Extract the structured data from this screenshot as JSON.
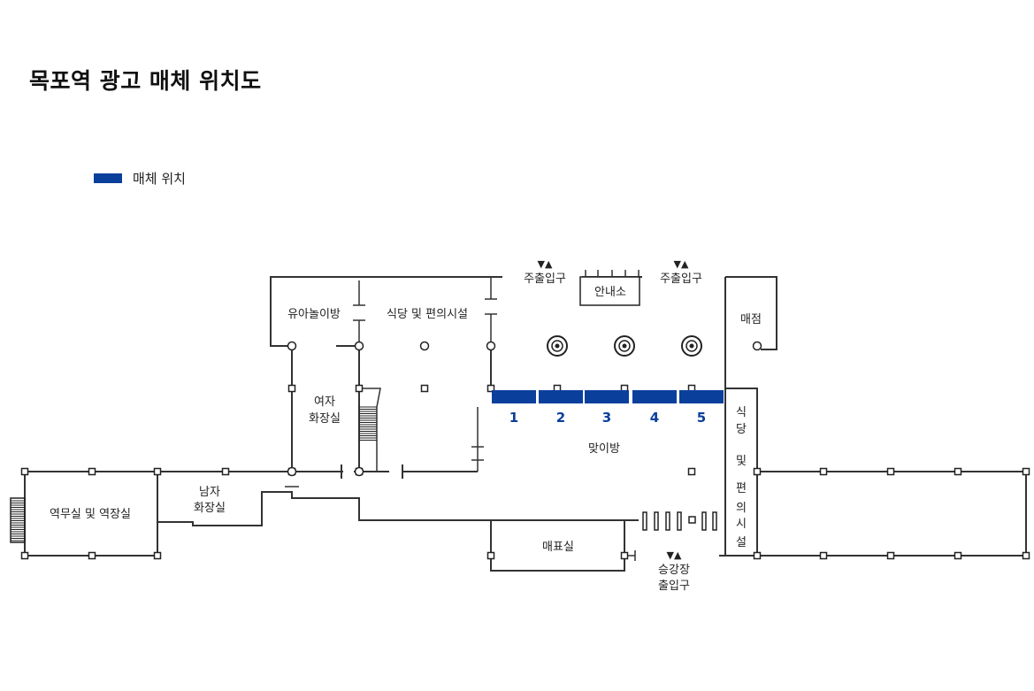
{
  "title": "목포역 광고 매체 위치도",
  "legend": {
    "label": "매체 위치",
    "color": "#0a3f9c"
  },
  "colors": {
    "media": "#0a3f9c",
    "wall": "#333333",
    "label_number": "#0a3f9c"
  },
  "rooms": {
    "playroom": "유아놀이방",
    "restaurant_top": "식당 및 편의시설",
    "info_desk": "안내소",
    "shop": "매점",
    "womens_restroom_line1": "여자",
    "womens_restroom_line2": "화장실",
    "mens_restroom_line1": "남자",
    "mens_restroom_line2": "화장실",
    "station_office": "역무실 및 역장실",
    "ticket_office": "매표실",
    "concourse": "맞이방",
    "restaurant_vertical": [
      "식",
      "당",
      "및",
      "편",
      "의",
      "시",
      "설"
    ]
  },
  "entrances": {
    "main_left": {
      "label": "주출입구",
      "arrows": "▼▲"
    },
    "main_right": {
      "label": "주출입구",
      "arrows": "▼▲"
    },
    "platform": {
      "arrows": "▼▲",
      "label_line1": "승강장",
      "label_line2": "출입구"
    }
  },
  "media_positions": [
    "1",
    "2",
    "3",
    "4",
    "5"
  ]
}
